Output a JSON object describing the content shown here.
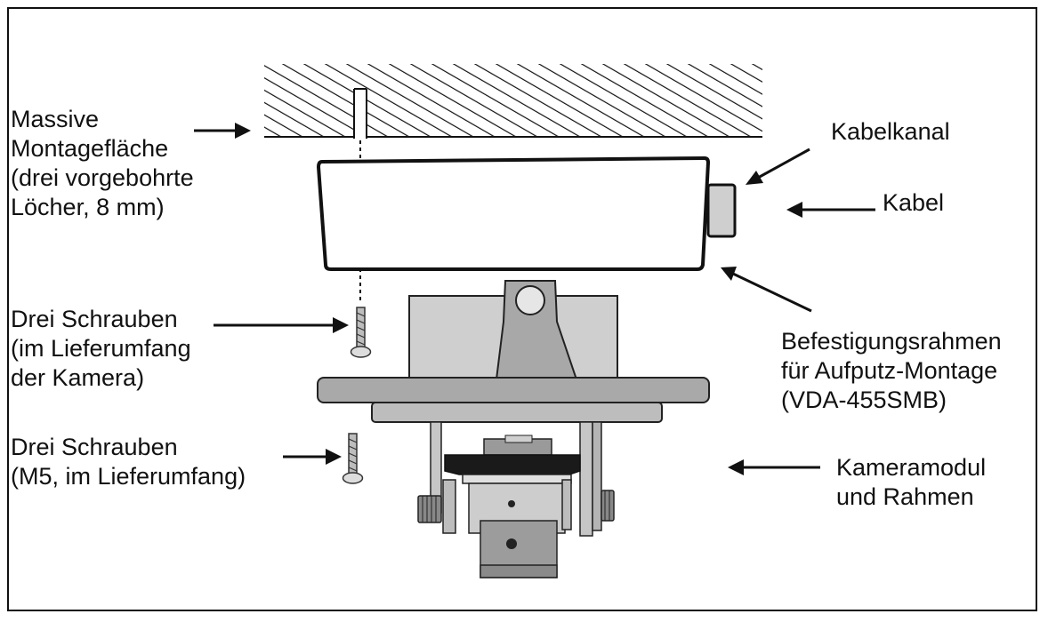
{
  "labels": {
    "mounting_surface": [
      "Massive",
      "Montagefläche",
      "(drei vorgebohrte",
      "Löcher, 8 mm)"
    ],
    "cable_channel": [
      "Kabelkanal"
    ],
    "cable": [
      "Kabel"
    ],
    "screws_camera": [
      "Drei Schrauben",
      "(im Lieferumfang",
      "der Kamera)"
    ],
    "mount_frame": [
      "Befestigungsrahmen",
      "für Aufputz-Montage",
      "(VDA-455SMB)"
    ],
    "screws_m5": [
      "Drei Schrauben",
      "(M5, im Lieferumfang)"
    ],
    "camera_module": [
      "Kameramodul",
      "und Rahmen"
    ]
  },
  "colors": {
    "ink": "#111111",
    "light_gray": "#d2d2d2",
    "mid_gray": "#9a9a9a",
    "dark_gray": "#555555"
  }
}
